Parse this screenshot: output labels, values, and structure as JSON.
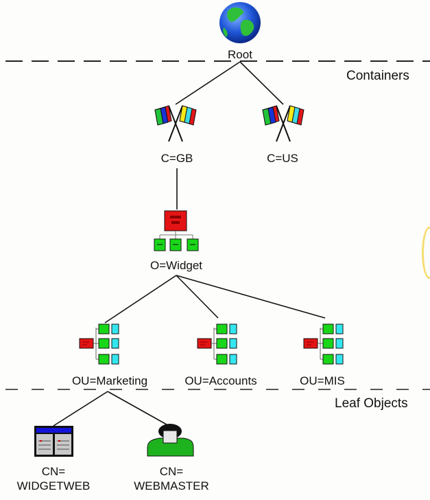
{
  "diagram": {
    "title": "Directory tree hierarchy",
    "zones": {
      "containers": "Containers",
      "leaf_objects": "Leaf Objects"
    },
    "nodes": {
      "root": {
        "label": "Root",
        "icon": "globe-icon"
      },
      "c_gb": {
        "label": "C=GB",
        "icon": "flags-icon"
      },
      "c_us": {
        "label": "C=US",
        "icon": "flags-icon"
      },
      "o_widget": {
        "label": "O=Widget",
        "icon": "organization-icon"
      },
      "ou_marketing": {
        "label": "OU=Marketing",
        "icon": "org-unit-icon"
      },
      "ou_accounts": {
        "label": "OU=Accounts",
        "icon": "org-unit-icon"
      },
      "ou_mis": {
        "label": "OU=MIS",
        "icon": "org-unit-icon"
      },
      "cn_widgetweb": {
        "label_line1": "CN=",
        "label_line2": "WIDGETWEB",
        "icon": "server-icon"
      },
      "cn_webmaster": {
        "label_line1": "CN=",
        "label_line2": "WEBMASTER",
        "icon": "user-icon"
      }
    },
    "edges": [
      [
        "root",
        "c_gb"
      ],
      [
        "root",
        "c_us"
      ],
      [
        "c_gb",
        "o_widget"
      ],
      [
        "o_widget",
        "ou_marketing"
      ],
      [
        "o_widget",
        "ou_accounts"
      ],
      [
        "o_widget",
        "ou_mis"
      ],
      [
        "ou_marketing",
        "cn_widgetweb"
      ],
      [
        "ou_marketing",
        "cn_webmaster"
      ]
    ],
    "colors": {
      "flag_green": "#22c33a",
      "flag_blue": "#1a33d6",
      "flag_red": "#e0161b",
      "flag_yellow": "#f6e81a",
      "flag_cyan": "#3fd9e6",
      "org_red": "#e31414",
      "org_green": "#19d619",
      "org_cyan": "#33e6f0",
      "server_blue": "#1414d9",
      "user_green": "#1fb21f"
    }
  }
}
